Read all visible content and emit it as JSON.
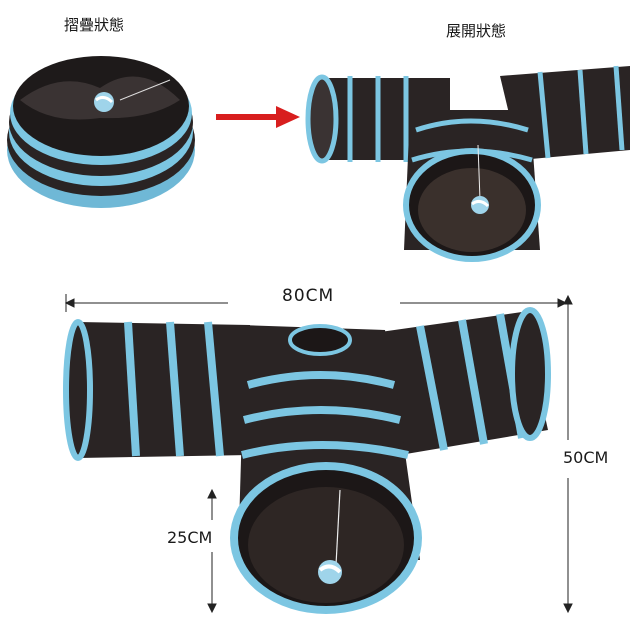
{
  "labels": {
    "folded": "摺疊狀態",
    "expanded": "展開狀態"
  },
  "dimensions": {
    "width": "80CM",
    "height": "50CM",
    "diameter": "25CM"
  },
  "colors": {
    "tunnel_fabric": "#2a2424",
    "stripe": "#7cc6e2",
    "arrow": "#d81e1e",
    "dimension_line": "#222222"
  }
}
